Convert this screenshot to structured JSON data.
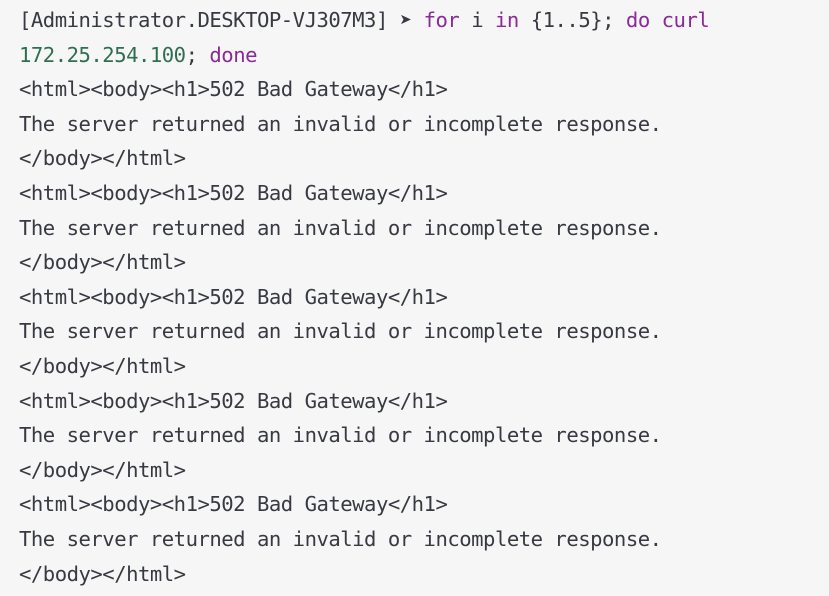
{
  "terminal": {
    "prompt": {
      "user_host": "[Administrator.DESKTOP-VJ307M3]",
      "arrow": "➤"
    },
    "command": {
      "kw_for": "for",
      "var": "i",
      "kw_in": "in",
      "range": "{1..5};",
      "kw_do": "do",
      "kw_curl": "curl",
      "ip": "172.25.254.100",
      "semicolon": ";",
      "kw_done": "done"
    },
    "output": [
      "<html><body><h1>502 Bad Gateway</h1>",
      "The server returned an invalid or incomplete response.",
      "</body></html>",
      "<html><body><h1>502 Bad Gateway</h1>",
      "The server returned an invalid or incomplete response.",
      "</body></html>",
      "<html><body><h1>502 Bad Gateway</h1>",
      "The server returned an invalid or incomplete response.",
      "</body></html>",
      "<html><body><h1>502 Bad Gateway</h1>",
      "The server returned an invalid or incomplete response.",
      "</body></html>",
      "<html><body><h1>502 Bad Gateway</h1>",
      "The server returned an invalid or incomplete response.",
      "</body></html>"
    ],
    "colors": {
      "background": "#f6f6f6",
      "text": "#383a42",
      "keyword": "#8a2a98",
      "number": "#2f6e52"
    }
  }
}
